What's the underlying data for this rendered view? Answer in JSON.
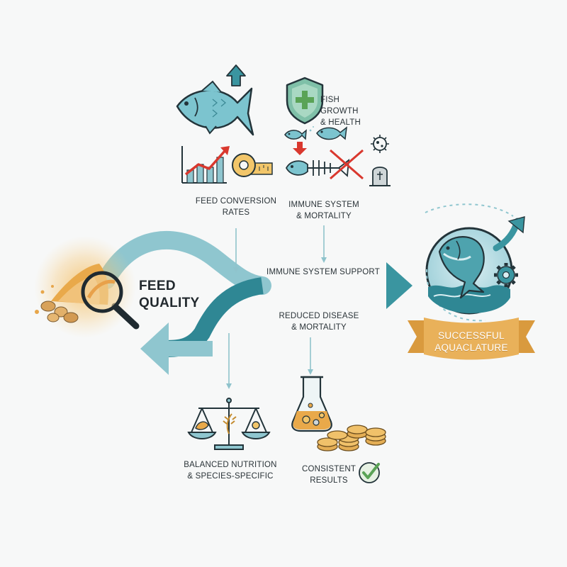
{
  "title": {
    "line1": "FEED",
    "line2": "QUALITY"
  },
  "labels": {
    "feed_conversion": {
      "line1": "FEED CONVERSION",
      "line2": "RATES"
    },
    "fish_growth": {
      "line1": "FISH GROWTH",
      "line2": "& HEALTH"
    },
    "immune_mortality": {
      "line1": "IMMUNE SYSTEM",
      "line2": "& MORTALITY"
    },
    "immune_support": "IMMUNE SYSTEM SUPPORT",
    "reduced_disease": {
      "line1": "REDUCED DISEASE",
      "line2": "& MORTALITY"
    },
    "balanced_nutrition": {
      "line1": "BALANCED NUTRITION",
      "line2": "& SPECIES-SPECIFIC"
    },
    "consistent_results": {
      "line1": "CONSISTENT",
      "line2": "RESULTS"
    }
  },
  "banner": {
    "line1": "Successful",
    "line2": "Aquaclature"
  },
  "icons": [
    "feed-pellets-icon",
    "magnifier-icon",
    "fish-growth-icon",
    "up-arrow-icon",
    "shield-health-icon",
    "growth-chart-icon",
    "measuring-tape-icon",
    "small-fish-icon",
    "fish-skeleton-icon",
    "virus-icon",
    "tombstone-icon",
    "balance-scale-icon",
    "flask-icon",
    "coin-stack-icon",
    "check-circle-icon",
    "jumping-fish-icon",
    "gear-icon"
  ],
  "colors": {
    "teal_dark": "#2f8794",
    "teal_light": "#8fc6cf",
    "outline": "#23343a",
    "accent_orange": "#e9a94a",
    "banner": "#e9b15a",
    "red": "#d9382e",
    "check_green": "#5aa356"
  }
}
